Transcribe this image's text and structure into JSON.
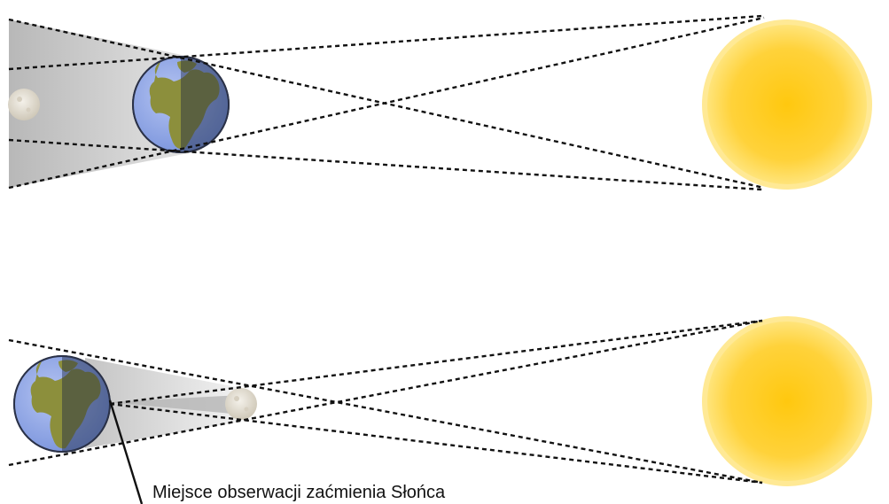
{
  "scenes": [
    {
      "id": "lunar-eclipse",
      "bodies": [
        "sun",
        "earth",
        "moon"
      ]
    },
    {
      "id": "solar-eclipse",
      "bodies": [
        "sun",
        "earth",
        "moon"
      ]
    }
  ],
  "annotation": {
    "text": "Miejsce obserwacji zaćmienia Słońca"
  },
  "colors": {
    "sun_core": "#FFC21A",
    "sun_edge": "#FFE06A",
    "earth_ocean": "#8EA6EA",
    "earth_land": "#8A8F3A",
    "earth_night": "#2F3D5C",
    "moon": "#E8E3D8",
    "shadow": "#BDBDBD"
  }
}
